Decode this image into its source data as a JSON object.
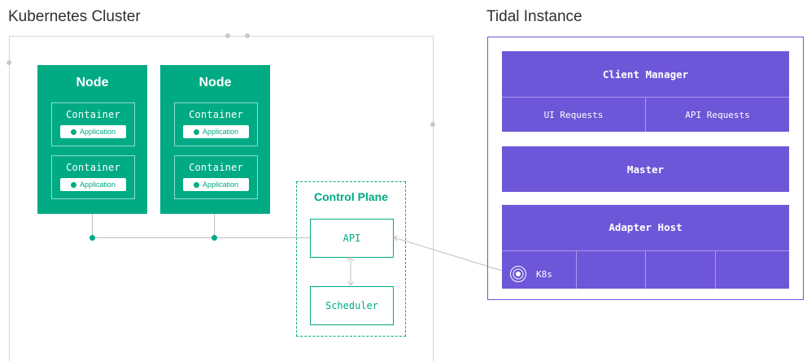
{
  "cluster": {
    "title": "Kubernetes Cluster",
    "nodes": [
      {
        "title": "Node",
        "containers": [
          {
            "label": "Container",
            "app": "Application"
          },
          {
            "label": "Container",
            "app": "Application"
          }
        ]
      },
      {
        "title": "Node",
        "containers": [
          {
            "label": "Container",
            "app": "Application"
          },
          {
            "label": "Container",
            "app": "Application"
          }
        ]
      }
    ],
    "control_plane": {
      "title": "Control Plane",
      "api": "API",
      "scheduler": "Scheduler"
    }
  },
  "tidal": {
    "title": "Tidal Instance",
    "client_manager": {
      "title": "Client Manager",
      "ui_requests": "UI Requests",
      "api_requests": "API Requests"
    },
    "master": "Master",
    "adapter_host": {
      "title": "Adapter Host",
      "k8s": "K8s"
    }
  },
  "colors": {
    "node_green": "#00ab84",
    "tidal_purple": "#6e56d8",
    "connector_gray": "#bdbdbd"
  }
}
